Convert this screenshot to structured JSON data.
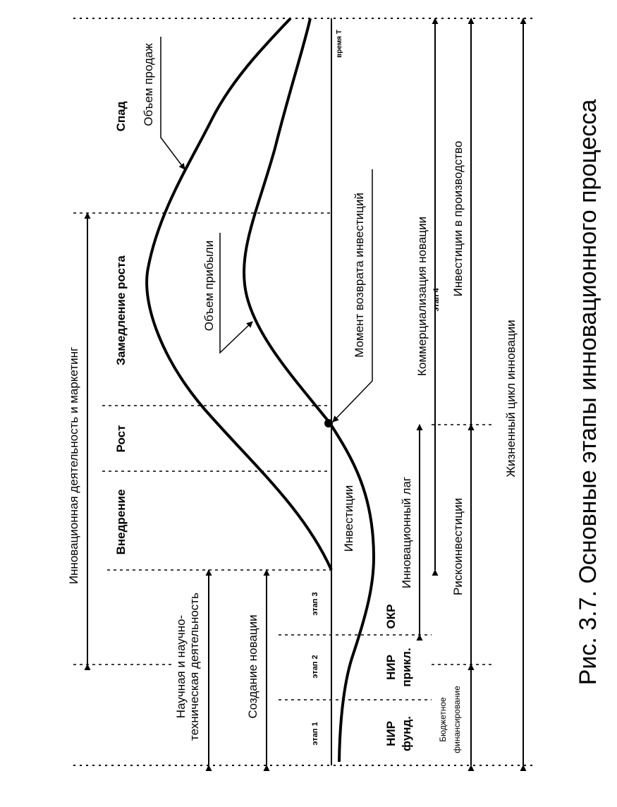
{
  "caption": "Рис. 3.7. Основные этапы инновационного процесса",
  "labels": {
    "innovation_marketing": "Инновационная деятельность и маркетинг",
    "scientific_line1": "Научная и научно-",
    "scientific_line2": "техническая деятельность",
    "creation": "Создание новации",
    "stage1": "этап 1",
    "stage2": "этап 2",
    "stage3": "этап 3",
    "stage4": "этап 4",
    "nir_fund_1": "НИР",
    "nir_fund_2": "фунд.",
    "nir_appl_1": "НИР",
    "nir_appl_2": "прикл.",
    "okr": "ОКР",
    "budget_1": "Бюджетное",
    "budget_2": "финансирование",
    "risk_investments": "Рискоинвестиции",
    "innovation_lag": "Инновационный лаг",
    "investments": "Инвестиции",
    "introduction": "Внедрение",
    "growth": "Рост",
    "slowdown": "Замедление роста",
    "decline": "Спад",
    "sales_volume": "Объем продаж",
    "profit_volume": "Объем прибыли",
    "payback_moment": "Момент возврата инвестиций",
    "commercialization": "Коммерциализация новации",
    "investments_production": "Инвестиции в производство",
    "life_cycle": "Жизненный цикл инновации",
    "time_axis": "время Т"
  }
}
